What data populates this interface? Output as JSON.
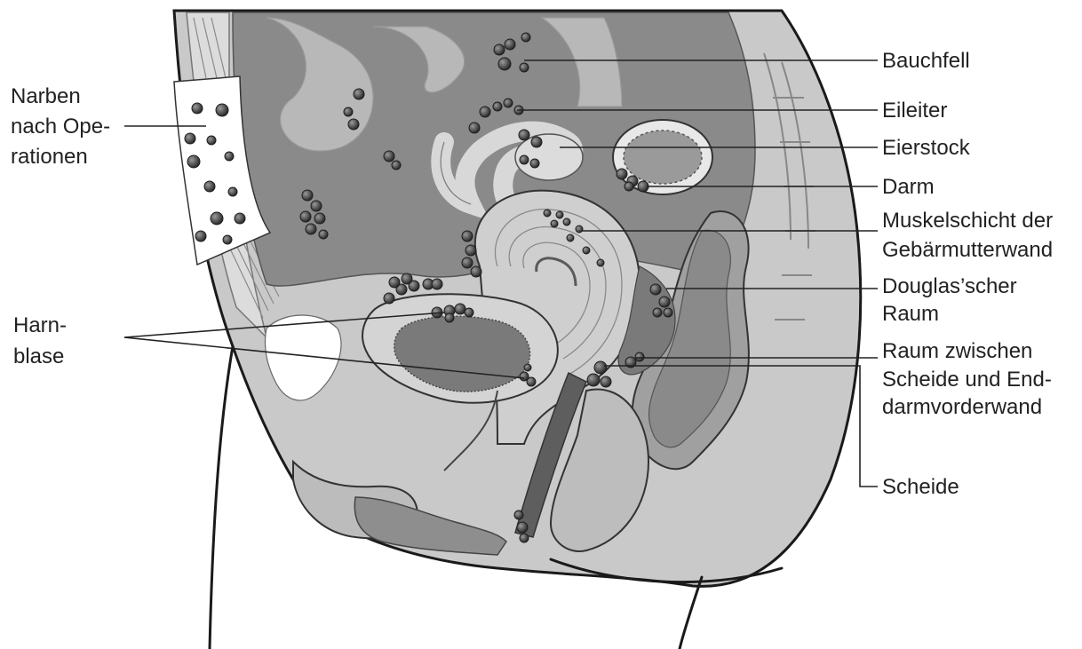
{
  "labels": {
    "narben": [
      "Narben",
      "nach Ope-",
      "rationen"
    ],
    "harnblase": [
      "Harn-",
      "blase"
    ],
    "bauchfell": [
      "Bauchfell"
    ],
    "eileiter": [
      "Eileiter"
    ],
    "eierstock": [
      "Eierstock"
    ],
    "darm": [
      "Darm"
    ],
    "muskelschicht": [
      "Muskelschicht der",
      "Gebärmutterwand"
    ],
    "douglas": [
      "Douglas’scher",
      "Raum"
    ],
    "raum_zwischen": [
      "Raum zwischen",
      "Scheide und End-",
      "darmvorderwand"
    ],
    "scheide": [
      "Scheide"
    ]
  },
  "colors": {
    "cavity": "#8a8a8a",
    "organ_light": "#d4d4d4",
    "organ_mid": "#b5b5b5",
    "organ_dark": "#6a6a6a",
    "lesion": "#3a3a3a",
    "outline": "#1a1a1a",
    "label": "#222222"
  }
}
